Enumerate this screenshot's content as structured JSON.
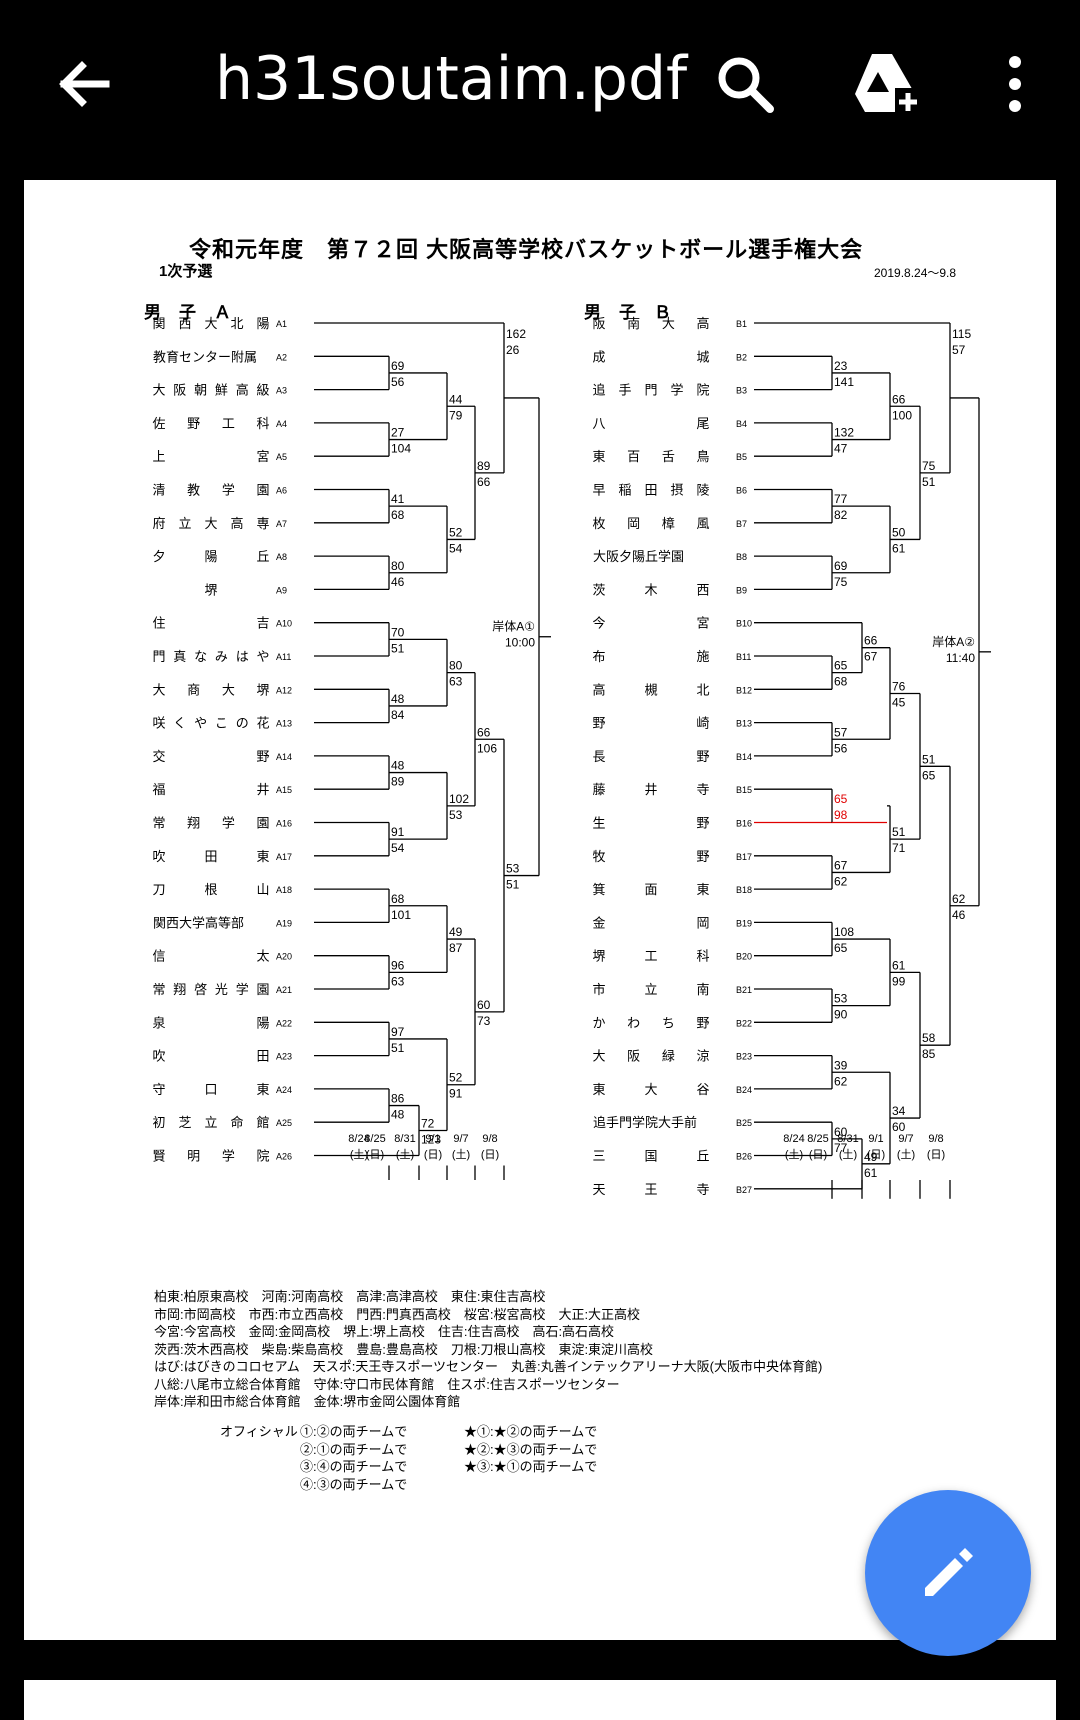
{
  "app": {
    "file_title": "h31soutaim.pdf"
  },
  "icons": {
    "back": "arrow-left-icon",
    "search": "search-icon",
    "drive": "drive-add-icon",
    "more": "more-vert-icon",
    "edit": "pencil-icon"
  },
  "colors": {
    "appbar": "#000000",
    "fab": "#4285f4",
    "highlight": "#e00000"
  },
  "doc": {
    "title": "令和元年度　第７２回 大阪高等学校バスケットボール選手権大会",
    "subtitle": "1次予選",
    "date": "2019.8.24～9.8",
    "section_a": "男子Ａ",
    "section_b": "男子Ｂ"
  },
  "bracket_a": {
    "teams": [
      "関西大北陽",
      "教育センター附属",
      "大阪朝鮮高級",
      "佐野工科",
      "上宮",
      "清教学園",
      "府立大高専",
      "夕陽丘",
      "堺",
      "住吉",
      "門真なみはや",
      "大商大堺",
      "咲くやこの花",
      "交野",
      "福井",
      "常翔学園",
      "吹田東",
      "刀根山",
      "関西大学高等部",
      "信太",
      "常翔啓光学園",
      "泉陽",
      "吹田",
      "守口東",
      "初芝立命館",
      "賢明学院"
    ],
    "codes": [
      "A1",
      "A2",
      "A3",
      "A4",
      "A5",
      "A6",
      "A7",
      "A8",
      "A9",
      "A10",
      "A11",
      "A12",
      "A13",
      "A14",
      "A15",
      "A16",
      "A17",
      "A18",
      "A19",
      "A20",
      "A21",
      "A22",
      "A23",
      "A24",
      "A25",
      "A26"
    ],
    "venue": "岸体A①",
    "time": "10:00"
  },
  "bracket_b": {
    "teams": [
      "阪南大高",
      "成城",
      "追手門学院",
      "八尾",
      "東百舌鳥",
      "早稲田摂陵",
      "枚岡樟風",
      "大阪夕陽丘学園",
      "茨木西",
      "今宮",
      "布施",
      "高槻北",
      "野崎",
      "長野",
      "藤井寺",
      "生野",
      "牧野",
      "箕面東",
      "金岡",
      "堺工科",
      "市立南",
      "かわち野",
      "大阪緑涼",
      "東大谷",
      "追手門学院大手前",
      "三国丘",
      "天王寺"
    ],
    "codes": [
      "B1",
      "B2",
      "B3",
      "B4",
      "B5",
      "B6",
      "B7",
      "B8",
      "B9",
      "B10",
      "B11",
      "B12",
      "B13",
      "B14",
      "B15",
      "B16",
      "B17",
      "B18",
      "B19",
      "B20",
      "B21",
      "B22",
      "B23",
      "B24",
      "B25",
      "B26",
      "B27"
    ],
    "venue": "岸体A②",
    "time": "11:40"
  },
  "scores_a": {
    "r1": [
      [
        "69",
        "56"
      ],
      [
        "27",
        "104"
      ],
      [
        "41",
        "68"
      ],
      [
        "80",
        "46"
      ],
      [
        "70",
        "51"
      ],
      [
        "48",
        "84"
      ],
      [
        "48",
        "89"
      ],
      [
        "91",
        "54"
      ],
      [
        "68",
        "101"
      ],
      [
        "96",
        "63"
      ],
      [
        "97",
        "51"
      ],
      [
        "86",
        "48"
      ]
    ],
    "r1b": [
      "72",
      "123"
    ],
    "r2": [
      [
        "44",
        "79"
      ],
      [
        "52",
        "54"
      ],
      [
        "80",
        "63"
      ],
      [
        "102",
        "53"
      ],
      [
        "49",
        "87"
      ],
      [
        "52",
        "91"
      ]
    ],
    "r3": [
      [
        "89",
        "66"
      ],
      [
        "66",
        "106"
      ],
      [
        "60",
        "73"
      ]
    ],
    "r4": [
      [
        "162",
        "26"
      ],
      [
        "53",
        "51"
      ]
    ]
  },
  "scores_b": {
    "r1": [
      [
        "23",
        "141"
      ],
      [
        "132",
        "47"
      ],
      [
        "77",
        "82"
      ],
      [
        "69",
        "75"
      ],
      [
        "65",
        "68"
      ],
      [
        "57",
        "56"
      ],
      [
        "65",
        "98"
      ],
      [
        "67",
        "62"
      ],
      [
        "108",
        "65"
      ],
      [
        "53",
        "90"
      ],
      [
        "39",
        "62"
      ],
      [
        "60",
        "77"
      ]
    ],
    "r1b": [
      "49",
      "61"
    ],
    "r1t": [
      "66",
      "67"
    ],
    "r2": [
      [
        "66",
        "100"
      ],
      [
        "50",
        "61"
      ],
      [
        "76",
        "45"
      ],
      [
        "51",
        "71"
      ],
      [
        "61",
        "99"
      ],
      [
        "34",
        "60"
      ]
    ],
    "r3": [
      [
        "75",
        "51"
      ],
      [
        "51",
        "65"
      ],
      [
        "58",
        "85"
      ]
    ],
    "r4": [
      [
        "115",
        "57"
      ],
      [
        "62",
        "46"
      ]
    ]
  },
  "dates": [
    {
      "d": "8/24",
      "w": "(土)"
    },
    {
      "d": "8/25",
      "w": "(日)"
    },
    {
      "d": "8/31",
      "w": "(土)"
    },
    {
      "d": "9/1",
      "w": "(日)"
    },
    {
      "d": "9/7",
      "w": "(土)"
    },
    {
      "d": "9/8",
      "w": "(日)"
    }
  ],
  "notes": [
    "柏東:柏原東高校　河南:河南高校　高津:高津高校　東住:東住吉高校",
    "市岡:市岡高校　市西:市立西高校　門西:門真西高校　桜宮:桜宮高校　大正:大正高校",
    "今宮:今宮高校　金岡:金岡高校　堺上:堺上高校　住吉:住吉高校　高石:高石高校",
    "茨西:茨木西高校　柴島:柴島高校　豊島:豊島高校　刀根:刀根山高校　東淀:東淀川高校",
    "はび:はびきのコロセアム　天スポ:天王寺スポーツセンター　丸善:丸善インテックアリーナ大阪(大阪市中央体育館)",
    "八総:八尾市立総合体育館　守体:守口市民体育館　住スポ:住吉スポーツセンター",
    "岸体:岸和田市総合体育館　金体:堺市金岡公園体育館"
  ],
  "official": {
    "label": "オフィシャル",
    "col1": [
      "①:②の両チームで",
      "②:①の両チームで",
      "③:④の両チームで",
      "④:③の両チームで"
    ],
    "col2": [
      "★①:★②の両チームで",
      "★②:★③の両チームで",
      "★③:★①の両チームで"
    ]
  }
}
